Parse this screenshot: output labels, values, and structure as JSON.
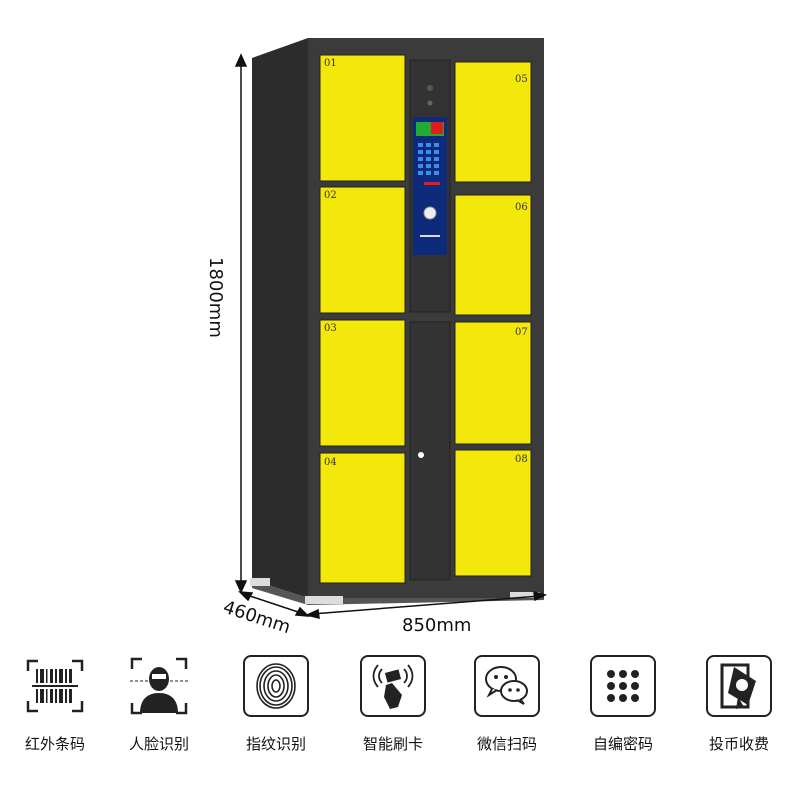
{
  "product": {
    "door_numbers": [
      "01",
      "02",
      "03",
      "04",
      "05",
      "06",
      "07",
      "08"
    ],
    "dimensions": {
      "height": "1800mm",
      "depth": "460mm",
      "width": "850mm"
    },
    "colors": {
      "frame": "#3a3a3a",
      "door": "#f4e80a",
      "screen": "#0e2a7a"
    }
  },
  "features": [
    {
      "label": "红外条码",
      "icon": "barcode-scanner-icon"
    },
    {
      "label": "人脸识别",
      "icon": "face-recognition-icon"
    },
    {
      "label": "指纹识别",
      "icon": "fingerprint-icon"
    },
    {
      "label": "智能刷卡",
      "icon": "card-swipe-icon"
    },
    {
      "label": "微信扫码",
      "icon": "wechat-icon"
    },
    {
      "label": "自编密码",
      "icon": "keypad-icon"
    },
    {
      "label": "投币收费",
      "icon": "coin-icon"
    }
  ]
}
